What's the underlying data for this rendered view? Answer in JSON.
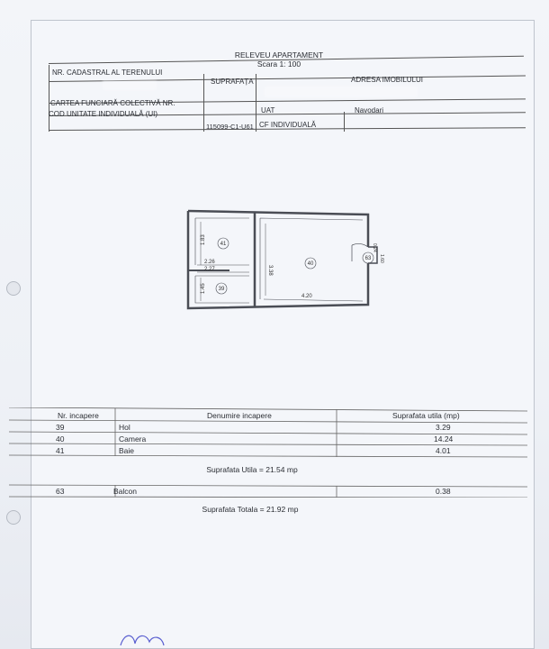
{
  "header": {
    "title": "RELEVEU APARTAMENT",
    "scale": "Scara 1: 100"
  },
  "info": {
    "nr_cadastral_label": "NR. CADASTRAL AL TERENULUI",
    "suprafata_label": "SUPRAFAȚA",
    "adresa_label": "ADRESA IMOBILULUI",
    "carte_funciara_label": "CARTEA FUNCIARĂ COLECTIVĂ NR.",
    "uat_label": "UAT",
    "uat_value": "Navodari",
    "cod_ui_label": "COD UNITATE INDIVIDUALĂ (UI)",
    "cod_ui_value": "115099-C1-U61",
    "cf_label": "CF INDIVIDUALĂ"
  },
  "plan": {
    "room_41": "41",
    "room_40": "40",
    "room_39": "39",
    "room_63": "63",
    "dim_1_83": "1.83",
    "dim_2_26": "2.26",
    "dim_2_27": "2.27",
    "dim_1_45": "1.45",
    "dim_3_38": "3.38",
    "dim_4_20": "4.20",
    "dim_0_24": "0.24",
    "dim_1_60": "1.60"
  },
  "table": {
    "columns": [
      "Nr. incapere",
      "Denumire incapere",
      "Suprafata utila (mp)"
    ],
    "rows": [
      {
        "nr": "39",
        "name": "Hol",
        "area": "3.29"
      },
      {
        "nr": "40",
        "name": "Camera",
        "area": "14.24"
      },
      {
        "nr": "41",
        "name": "Baie",
        "area": "4.01"
      }
    ],
    "suprafata_utila": "Suprafata Utila = 21.54 mp",
    "balcon": {
      "nr": "63",
      "name": "Balcon",
      "area": "0.38"
    },
    "suprafata_totala": "Suprafata Totala = 21.92 mp"
  }
}
